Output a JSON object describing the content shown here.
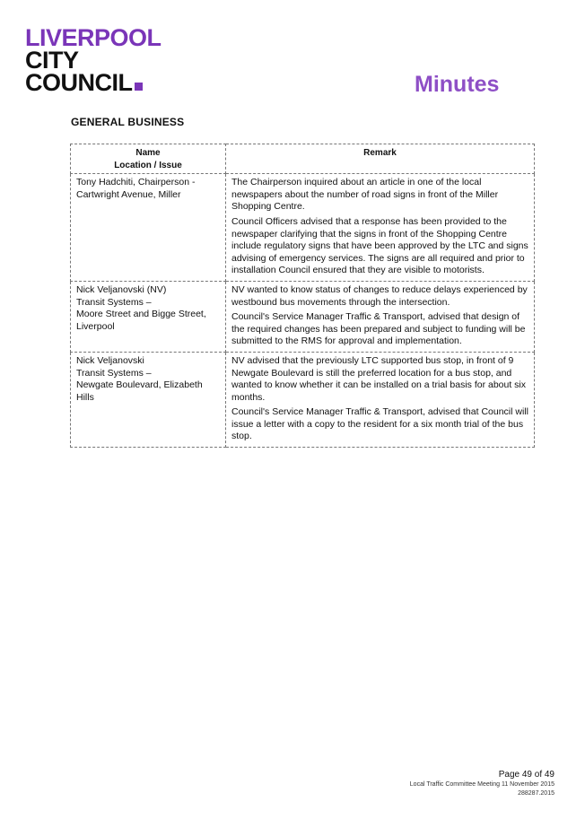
{
  "header": {
    "logo_line1": "LIVERPOOL",
    "logo_line2": "CITY",
    "logo_line3": "COUNCIL",
    "doc_title": "Minutes"
  },
  "section_heading": "GENERAL BUSINESS",
  "table": {
    "col_name_line1": "Name",
    "col_name_line2": "Location / Issue",
    "col_remark": "Remark",
    "rows": [
      {
        "name": "Tony Hadchiti, Chairperson - Cartwright Avenue, Miller",
        "remark1": "The Chairperson inquired about an article in one of the local newspapers about the number of road signs in front of the Miller Shopping Centre.",
        "remark2": "Council Officers advised that a response has been provided to the newspaper clarifying that the signs in front of the Shopping Centre include regulatory signs that have been approved by the LTC and signs advising of emergency services. The signs are all required and prior to installation Council ensured that they are visible to motorists."
      },
      {
        "name_line1": "Nick Veljanovski (NV)",
        "name_line2": "Transit Systems –",
        "name_line3": "Moore Street and Bigge Street, Liverpool",
        "remark1": "NV wanted to know status of changes to reduce delays experienced by westbound bus movements through the intersection.",
        "remark2": "Council's Service Manager Traffic & Transport, advised that design of the required changes has been prepared and subject to funding will be submitted to the RMS for approval and implementation."
      },
      {
        "name_line1": "Nick Veljanovski",
        "name_line2": "Transit Systems –",
        "name_line3": "Newgate Boulevard, Elizabeth Hills",
        "remark1": "NV advised that the previously LTC supported bus stop, in front of 9 Newgate Boulevard is still the preferred location for a bus stop, and wanted to know whether it can be installed on a trial basis for about six months.",
        "remark2": "Council's Service Manager Traffic & Transport, advised that Council will issue a letter with a copy to the resident for a six month trial of the bus stop."
      }
    ]
  },
  "footer": {
    "page": "Page 49 of 49",
    "meeting": "Local Traffic Committee Meeting 11 November 2015",
    "ref": "288287.2015"
  }
}
